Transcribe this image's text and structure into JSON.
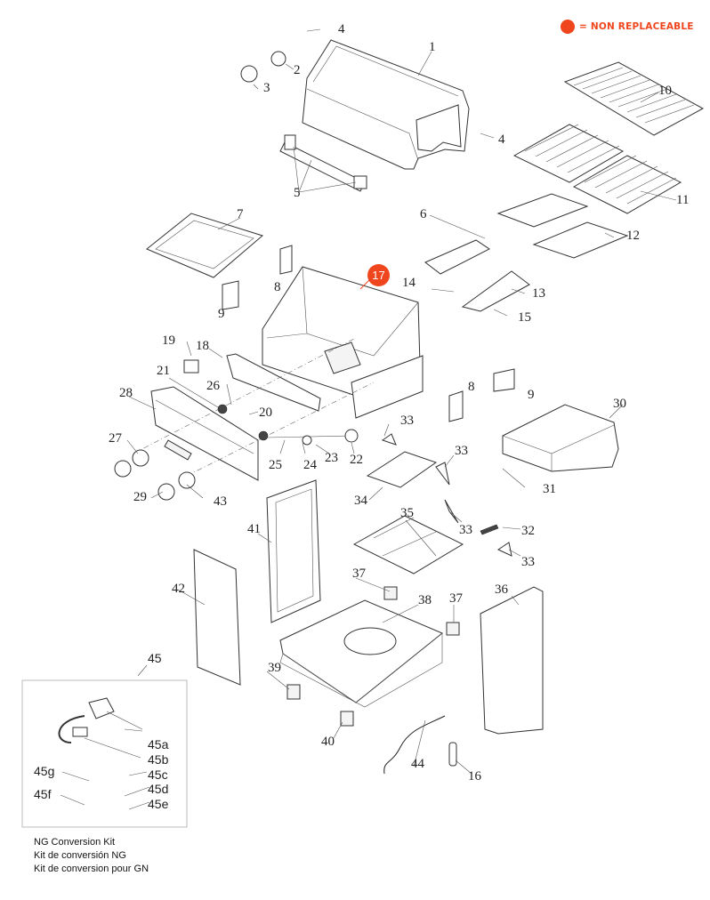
{
  "legend": {
    "marker_color": "#f0461e",
    "text": "= NON REPLACEABLE"
  },
  "non_replaceable_parts": [
    "17"
  ],
  "part_labels": {
    "p1": "1",
    "p2": "2",
    "p3": "3",
    "p4a": "4",
    "p4b": "4",
    "p5": "5",
    "p6": "6",
    "p7": "7",
    "p8a": "8",
    "p8b": "8",
    "p9a": "9",
    "p9b": "9",
    "p10": "10",
    "p11": "11",
    "p12": "12",
    "p13": "13",
    "p14": "14",
    "p15": "15",
    "p16": "16",
    "p17": "17",
    "p18": "18",
    "p19": "19",
    "p20": "20",
    "p21": "21",
    "p22": "22",
    "p23": "23",
    "p24": "24",
    "p25": "25",
    "p26": "26",
    "p27": "27",
    "p28": "28",
    "p29": "29",
    "p30": "30",
    "p31": "31",
    "p32": "32",
    "p33a": "33",
    "p33b": "33",
    "p33c": "33",
    "p33d": "33",
    "p34": "34",
    "p35": "35",
    "p36": "36",
    "p37a": "37",
    "p37b": "37",
    "p38": "38",
    "p39": "39",
    "p40": "40",
    "p41": "41",
    "p42": "42",
    "p43": "43",
    "p44": "44",
    "p45": "45",
    "p45a": "45a",
    "p45b": "45b",
    "p45c": "45c",
    "p45d": "45d",
    "p45e": "45e",
    "p45f": "45f",
    "p45g": "45g"
  },
  "conversion_kit": {
    "caption_en": "NG Conversion Kit",
    "caption_es": "Kit de conversión NG",
    "caption_fr": "Kit de conversion pour GN"
  }
}
